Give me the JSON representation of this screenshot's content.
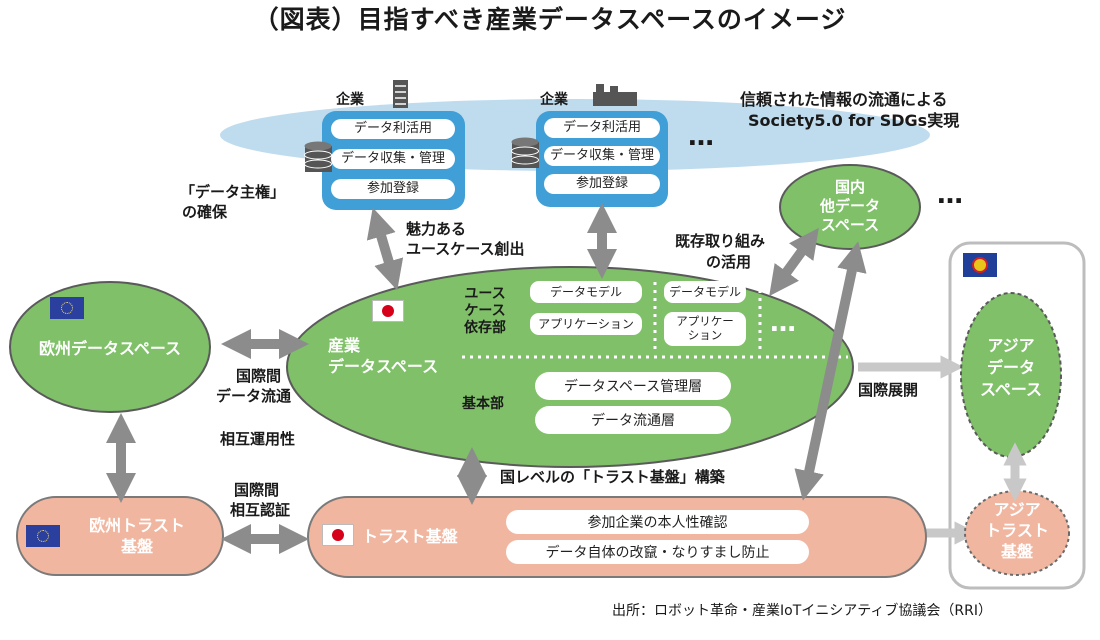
{
  "title": "（図表）目指すべき産業データスペースのイメージ",
  "enterprise": {
    "label": "企業",
    "items": [
      "データ利活用",
      "データ収集・管理",
      "参加登録"
    ]
  },
  "society_text": [
    "信頼された情報の流通による",
    "Society5.0 for SDGs実現"
  ],
  "ellipsis": "…",
  "data_sovereignty": [
    "「データ主権」",
    "の確保"
  ],
  "usecase_creation": [
    "魅力ある",
    "ユースケース創出"
  ],
  "existing_efforts": [
    "既存取り組み",
    "の活用"
  ],
  "domestic_space": [
    "国内",
    "他データ",
    "スペース"
  ],
  "industry_space": {
    "label": [
      "産業",
      "データスペース"
    ],
    "usecase_label": [
      "ユース",
      "ケース",
      "依存部"
    ],
    "usecase_left": [
      "データモデル",
      "アプリケーション"
    ],
    "usecase_right": [
      "データモデル",
      "アプリケー\nション"
    ],
    "base_label": "基本部",
    "base_items": [
      "データスペース管理層",
      "データ流通層"
    ]
  },
  "eu_space": "欧州データスペース",
  "intl_flow": [
    "国際間",
    "データ流通"
  ],
  "interop": "相互運用性",
  "intl_expand": "国際展開",
  "national_trust": "国レベルの「トラスト基盤」構築",
  "intl_auth": [
    "国際間",
    "相互認証"
  ],
  "eu_trust": [
    "欧州トラスト",
    "基盤"
  ],
  "trust_base": {
    "label": "トラスト基盤",
    "items": [
      "参加企業の本人性確認",
      "データ自体の改竄・なりすまし防止"
    ]
  },
  "asia_space": [
    "アジア",
    "データ",
    "スペース"
  ],
  "asia_trust": [
    "アジア",
    "トラスト",
    "基盤"
  ],
  "source": "出所：ロボット革命・産業IoTイニシアティブ協議会（RRI）",
  "colors": {
    "green": "#7fc069",
    "blue_frame": "#3f9fd6",
    "sky": "#bfdcef",
    "salmon": "#f1b6a0",
    "arrow": "#8c8c8c"
  }
}
